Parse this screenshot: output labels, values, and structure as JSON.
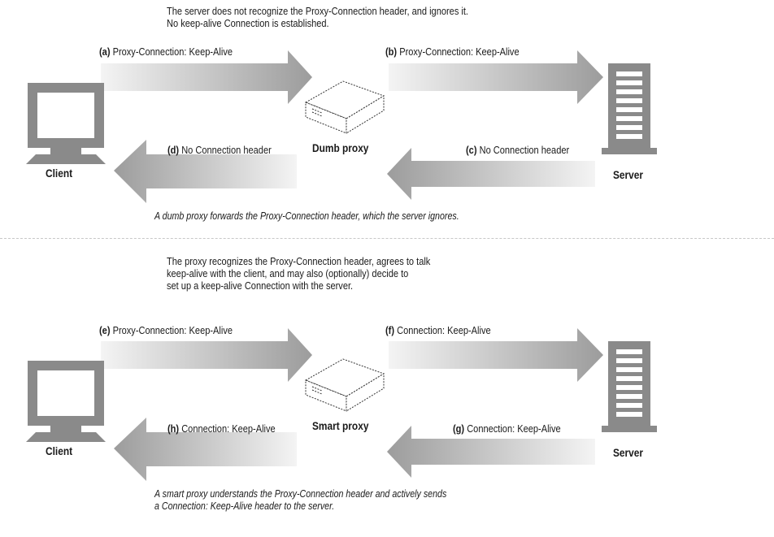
{
  "top": {
    "note_line1": "The server does not recognize the Proxy-Connection header, and ignores it.",
    "note_line2": "No keep-alive Connection is established.",
    "a_tag": "(a)",
    "a_text": "Proxy-Connection: Keep-Alive",
    "b_tag": "(b)",
    "b_text": "Proxy-Connection: Keep-Alive",
    "c_tag": "(c)",
    "c_text": "No Connection header",
    "d_tag": "(d)",
    "d_text": "No Connection header",
    "proxy_label": "Dumb proxy",
    "client_label": "Client",
    "server_label": "Server",
    "caption": "A dumb proxy forwards the Proxy-Connection header, which the server ignores."
  },
  "bottom": {
    "note_line1": "The proxy recognizes the Proxy-Connection header, agrees to talk",
    "note_line2": "keep-alive with the client, and may also (optionally) decide to",
    "note_line3": "set up a keep-alive Connection with the server.",
    "e_tag": "(e)",
    "e_text": "Proxy-Connection: Keep-Alive",
    "f_tag": "(f)",
    "f_text": "Connection: Keep-Alive",
    "g_tag": "(g)",
    "g_text": "Connection: Keep-Alive",
    "h_tag": "(h)",
    "h_text": "Connection: Keep-Alive",
    "proxy_label": "Smart proxy",
    "client_label": "Client",
    "server_label": "Server",
    "caption_line1": "A smart proxy understands the Proxy-Connection header and actively sends",
    "caption_line2": "a Connection: Keep-Alive header to the server."
  },
  "colors": {
    "arrow_dark": "#9a9a9a",
    "arrow_light": "#f2f2f2",
    "device": "#8a8a8a"
  }
}
